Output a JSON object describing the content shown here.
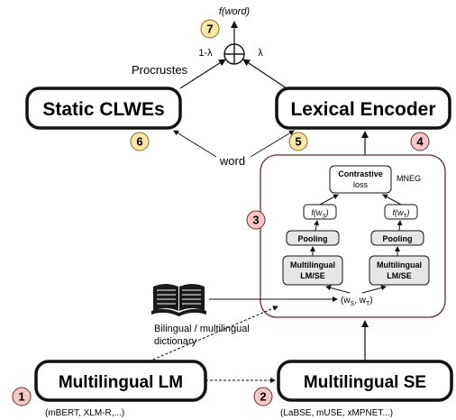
{
  "formula_top": "f(word)",
  "weight_left": "1-λ",
  "weight_right": "λ",
  "procrustes_label": "Procrustes",
  "word_label": "word",
  "nodes": {
    "static_clwes": "Static CLWEs",
    "lexical_encoder": "Lexical Encoder",
    "multilingual_lm": "Multilingual LM",
    "multilingual_se": "Multilingual SE",
    "contrastive_line1": "Contrastive",
    "contrastive_line2": "loss",
    "mneg": "MNEG",
    "f_ws": "f(wS)",
    "f_wt": "f(wT)",
    "pooling": "Pooling",
    "encoder_line1": "Multilingual",
    "encoder_line2": "LM/SE",
    "pair": "(wS, wT)"
  },
  "dictionary": {
    "line1": "Bilingual / multilingual",
    "line2": "dictionary"
  },
  "examples": {
    "lm": "(mBERT, XLM-R,...)",
    "se": "(LaBSE, mUSE, xMPNET...)"
  },
  "steps": [
    {
      "num": "1",
      "color": "#f8c8c8"
    },
    {
      "num": "2",
      "color": "#f8c8c8"
    },
    {
      "num": "3",
      "color": "#f8c8c8"
    },
    {
      "num": "4",
      "color": "#f8c8c8"
    },
    {
      "num": "5",
      "color": "#fbe7a6"
    },
    {
      "num": "6",
      "color": "#fbe7a6"
    },
    {
      "num": "7",
      "color": "#fbe7a6"
    }
  ]
}
